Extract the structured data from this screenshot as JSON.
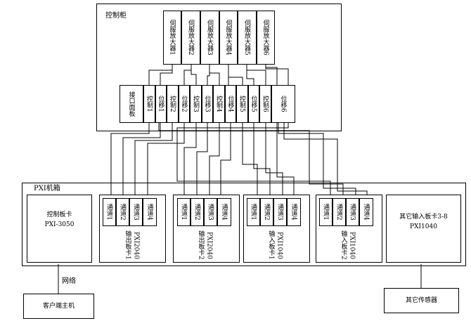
{
  "control_cabinet": {
    "title": "控制柜",
    "amplifiers": [
      "伺服放大器1",
      "伺服放大器2",
      "伺服放大器3",
      "伺服放大器4",
      "伺服放大器5",
      "伺服放大器6"
    ],
    "interface_panel": {
      "label": "接口面板",
      "ports": [
        "控制1",
        "位移1",
        "控制2",
        "位移2",
        "控制3",
        "位移3",
        "控制4",
        "位移4",
        "控制5",
        "位移5",
        "控制6",
        "位移6"
      ]
    }
  },
  "pxi_chassis": {
    "title": "PXI机箱",
    "control_card": {
      "name": "控制板卡",
      "model": "PXI-3050"
    },
    "cards": [
      {
        "channels": [
          "通道1",
          "通道2",
          "通道3",
          "通道4"
        ],
        "name": "输出板卡1",
        "model": "PXI2040"
      },
      {
        "channels": [
          "通道1",
          "通道2",
          "通道3",
          "通道4"
        ],
        "name": "输出板卡2",
        "model": "PXI2040"
      },
      {
        "channels": [
          "通道1",
          "通道2",
          "通道3",
          "通道4"
        ],
        "name": "输入板卡1",
        "model": "PXI1040"
      },
      {
        "channels": [
          "通道1",
          "通道2",
          "通道3",
          "通道4"
        ],
        "name": "输入板卡2",
        "model": "PXI1040"
      }
    ],
    "other_input": {
      "name": "其它输入板卡3-8",
      "model": "PXI1040"
    }
  },
  "network_label": "网络",
  "client_host": "客户端主机",
  "other_sensors": "其它传感器"
}
